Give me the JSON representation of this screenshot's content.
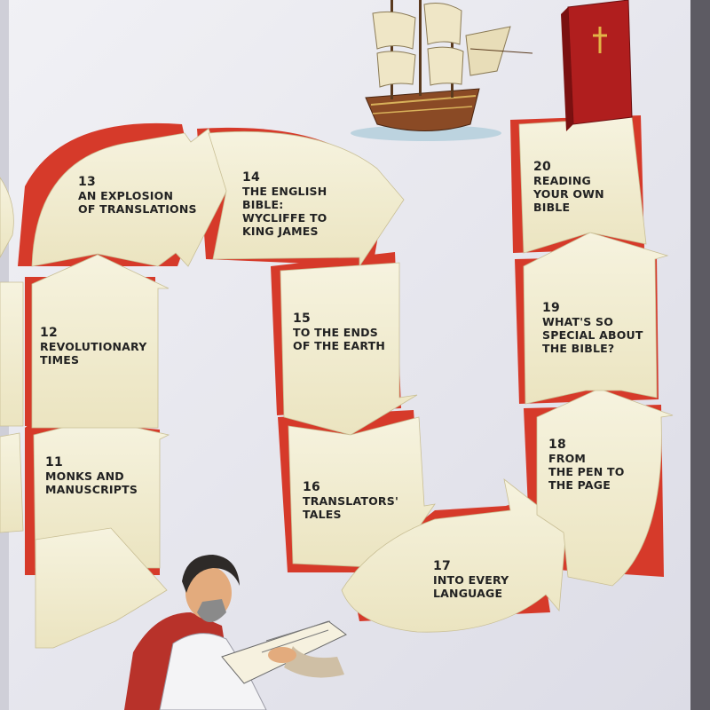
{
  "colors": {
    "page": "#e8e8ee",
    "tile": "#f2eed6",
    "tile_shadow": "#e4dcb6",
    "border": "#d63a2a",
    "text": "#222222"
  },
  "stations": [
    {
      "num": "11",
      "text": "MONKS AND\nMANUSCRIPTS"
    },
    {
      "num": "12",
      "text": "REVOLUTIONARY\nTIMES"
    },
    {
      "num": "13",
      "text": "AN EXPLOSION\nOF TRANSLATIONS"
    },
    {
      "num": "14",
      "text": "THE ENGLISH\nBIBLE:\nWYCLIFFE TO\nKING JAMES"
    },
    {
      "num": "15",
      "text": "TO THE ENDS\nOF THE EARTH"
    },
    {
      "num": "16",
      "text": "TRANSLATORS'\nTALES"
    },
    {
      "num": "17",
      "text": "INTO EVERY\nLANGUAGE"
    },
    {
      "num": "18",
      "text": "FROM\nTHE PEN TO\nTHE PAGE"
    },
    {
      "num": "19",
      "text": "WHAT'S SO\nSPECIAL ABOUT\nTHE BIBLE?"
    },
    {
      "num": "20",
      "text": "READING\nYOUR OWN\nBIBLE"
    }
  ],
  "illustrations": {
    "ship": "sailing-ship",
    "book": "red-bible-with-cross",
    "scribe": "monk-scribe-writing"
  }
}
